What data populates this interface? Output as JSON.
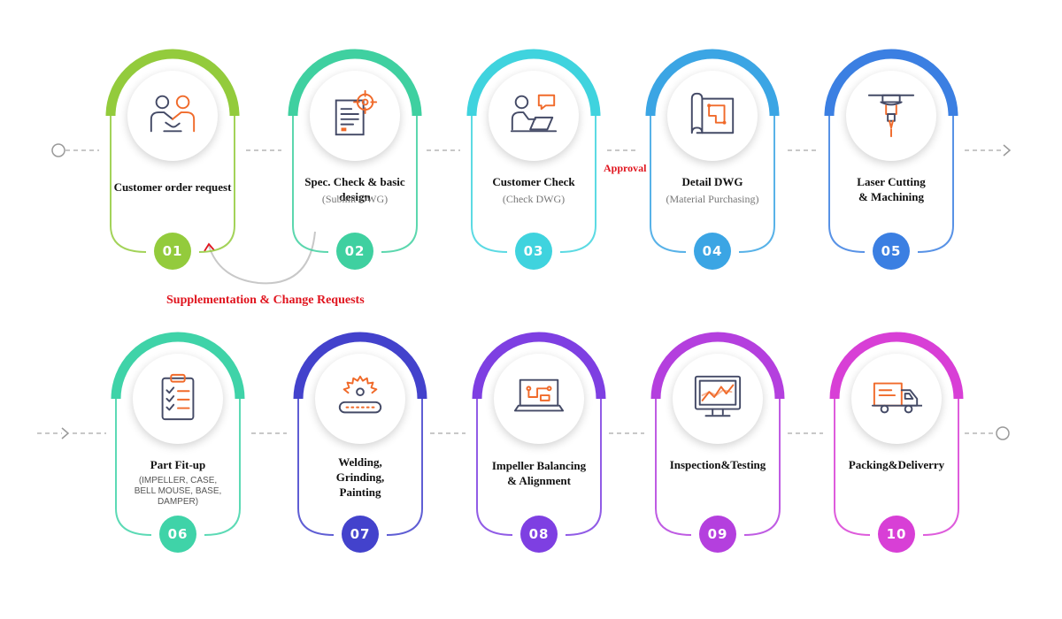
{
  "steps": [
    {
      "number": "01",
      "title": "Customer order request",
      "subtitle": "",
      "color": "#93cb3c",
      "icon": "handshake-icon"
    },
    {
      "number": "02",
      "title": "Spec. Check & basic design",
      "subtitle": "(Submit DWG)",
      "color": "#3fd0a0",
      "icon": "spec-document-icon"
    },
    {
      "number": "03",
      "title": "Customer Check",
      "subtitle": "(Check DWG)",
      "color": "#3fd3de",
      "icon": "customer-laptop-icon"
    },
    {
      "number": "04",
      "title": "Detail DWG",
      "subtitle": "(Material Purchasing)",
      "color": "#3ba5e4",
      "icon": "blueprint-icon"
    },
    {
      "number": "05",
      "title": "Laser Cutting\n& Machining",
      "subtitle": "",
      "color": "#3b7fe2",
      "icon": "laser-cutter-icon"
    },
    {
      "number": "06",
      "title": "Part Fit-up",
      "subtitle": "(IMPELLER, CASE,\nBELL MOUSE, BASE,\nDAMPER)",
      "color": "#3fd3a8",
      "icon": "checklist-clipboard-icon"
    },
    {
      "number": "07",
      "title": "Welding,\nGrinding,\nPainting",
      "subtitle": "",
      "color": "#4342cc",
      "icon": "grinder-icon"
    },
    {
      "number": "08",
      "title": "Impeller Balancing\n& Alignment",
      "subtitle": "",
      "color": "#7e3fe2",
      "icon": "laptop-circuit-icon"
    },
    {
      "number": "09",
      "title": "Inspection&Testing",
      "subtitle": "",
      "color": "#b43fde",
      "icon": "monitor-chart-icon"
    },
    {
      "number": "10",
      "title": "Packing&Deliverry",
      "subtitle": "",
      "color": "#d83fd6",
      "icon": "delivery-truck-icon"
    }
  ],
  "labels": {
    "approval": "Approval",
    "feedback": "Supplementation & Change Requests"
  },
  "colors": {
    "icon_line": "#444a66",
    "icon_accent": "#f06a2a",
    "annotation_red": "#e0141e",
    "connector": "#b5b5b5"
  }
}
